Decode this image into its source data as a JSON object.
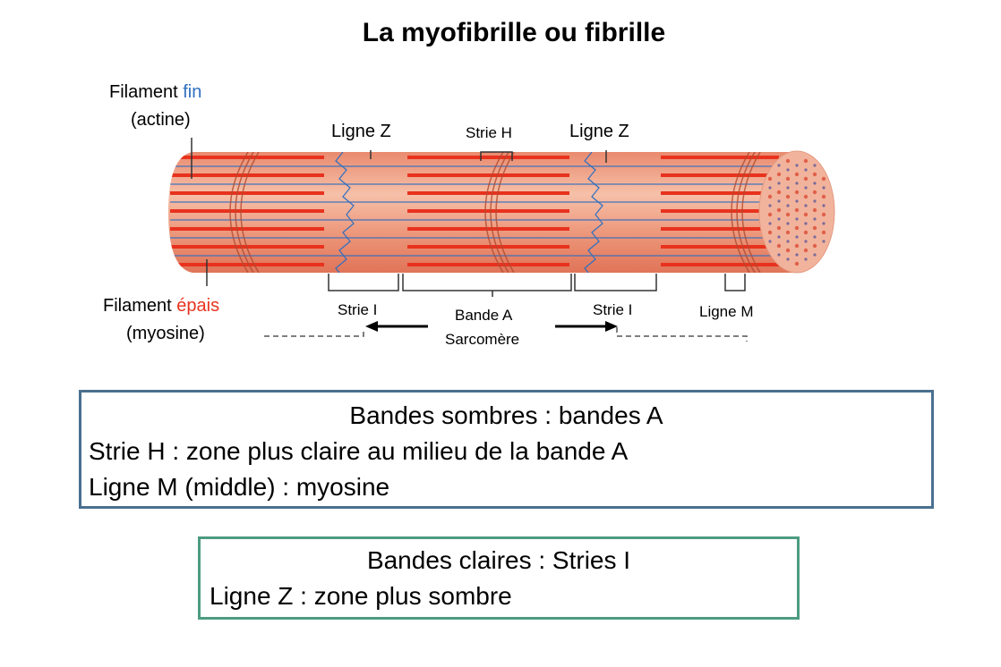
{
  "title": "La myofibrille ou fibrille",
  "labels": {
    "thin_filament_prefix": "Filament ",
    "thin_filament_word": "fin",
    "thin_filament_sub": "(actine)",
    "thick_filament_prefix": "Filament ",
    "thick_filament_word": "épais",
    "thick_filament_sub": "(myosine)",
    "z_line_left": "Ligne Z",
    "h_zone": "Strie H",
    "z_line_right": "Ligne Z",
    "i_band_left": "Strie I",
    "a_band": "Bande A",
    "sarcomere": "Sarcomère",
    "i_band_right": "Strie I",
    "m_line": "Ligne M"
  },
  "colors": {
    "thin": "#2f6fc0",
    "thick": "#e8321e",
    "box_dark": "#4a7090",
    "box_light": "#4d9c80"
  },
  "dark_bands_box": {
    "heading": "Bandes sombres : bandes A",
    "line1": "Strie H : zone plus claire au milieu de la bande A",
    "line2": "Ligne M (middle)  : myosine"
  },
  "light_bands_box": {
    "heading": "Bandes claires : Stries I",
    "line1": "Ligne Z : zone plus sombre"
  }
}
